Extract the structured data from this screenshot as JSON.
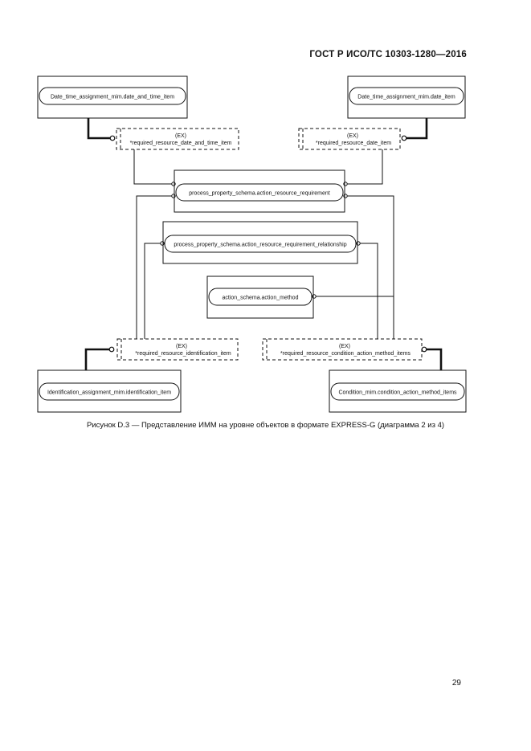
{
  "header": {
    "standard_code": "ГОСТ Р ИСО/ТС 10303-1280—2016"
  },
  "diagram": {
    "entities": {
      "date_time_assignment_left": "Date_time_assignment_mim.date_and_time_item",
      "date_time_assignment_right": "Date_time_assignment_mim.date_item",
      "action_resource_requirement": "process_property_schema.action_resource_requirement",
      "action_resource_requirement_relationship": "process_property_schema.action_resource_requirement_relationship",
      "action_method": "action_schema.action_method",
      "identification_assignment": "Identification_assignment_mim.identification_item",
      "condition_action_method_items": "Condition_mim.condition_action_method_items"
    },
    "extensions": {
      "required_resource_date_and_time_item": {
        "tag": "(EX)",
        "name": "*required_resource_date_and_time_item"
      },
      "required_resource_date_item": {
        "tag": "(EX)",
        "name": "*required_resource_date_item"
      },
      "required_resource_identification_item": {
        "tag": "(EX)",
        "name": "*required_resource_identification_item"
      },
      "required_resource_condition_action_method_items": {
        "tag": "(EX)",
        "name": "*required_resource_condition_action_method_items"
      }
    }
  },
  "caption": "Рисунок D.3 — Представление ИММ на уровне объектов в формате EXPRESS-G (диаграмма 2 из 4)",
  "page_number": "29"
}
